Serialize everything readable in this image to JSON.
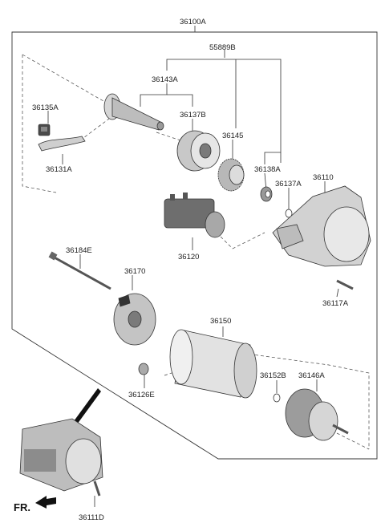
{
  "labels": {
    "assembly": "36100A",
    "kit": "55889B",
    "shaft_kit": "36143A",
    "clutch_kit": "36137B",
    "pinion": "36145",
    "bearing": "36138A",
    "washer_a": "36137A",
    "housing": "36110",
    "lever_pin": "36135A",
    "lever": "36131A",
    "solenoid": "36120",
    "through_bolt": "36184E",
    "end_frame": "36170",
    "mount_bolt": "36117A",
    "yoke": "36150",
    "bushing": "36126E",
    "washer_b": "36152B",
    "armature": "36146A",
    "starter_bolt": "36111D"
  },
  "direction_label": "FR."
}
